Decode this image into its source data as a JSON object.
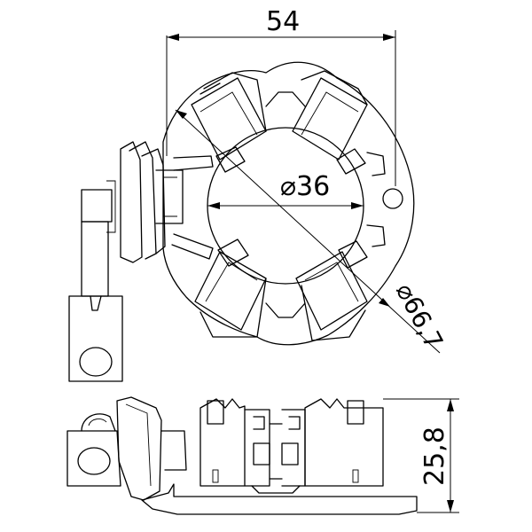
{
  "dimensions": {
    "width": "54",
    "inner_diameter": "⌀36",
    "outer_diameter": "⌀66,7",
    "height": "25,8"
  }
}
